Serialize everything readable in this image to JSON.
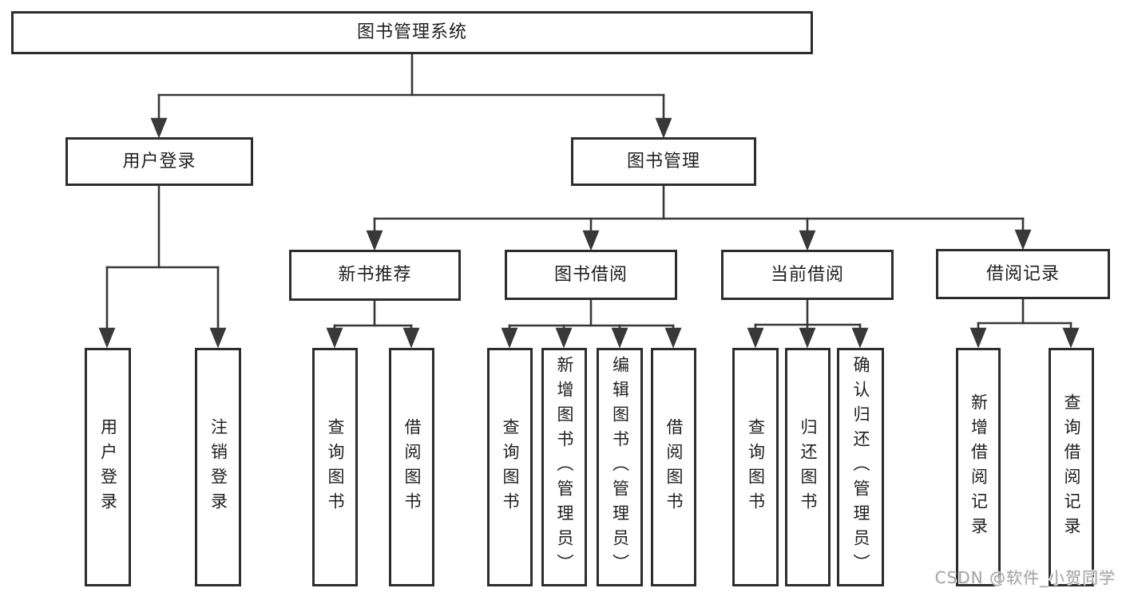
{
  "colors": {
    "line": "#383838",
    "box_border": "#2d2d2d",
    "box_background": "#ffffff",
    "text": "#1f1f1f",
    "watermark_text": "#a6a6a6"
  },
  "tree": {
    "root": {
      "label": "图书管理系统"
    },
    "branches": [
      {
        "label": "用户登录",
        "children": [
          {
            "label": "用户登录"
          },
          {
            "label": "注销登录"
          }
        ]
      },
      {
        "label": "图书管理",
        "children": [
          {
            "label": "新书推荐",
            "children": [
              {
                "label": "查询图书"
              },
              {
                "label": "借阅图书"
              }
            ]
          },
          {
            "label": "图书借阅",
            "children": [
              {
                "label": "查询图书"
              },
              {
                "label": "新增图书（管理员）"
              },
              {
                "label": "编辑图书（管理员）"
              },
              {
                "label": "借阅图书"
              }
            ]
          },
          {
            "label": "当前借阅",
            "children": [
              {
                "label": "查询图书"
              },
              {
                "label": "归还图书"
              },
              {
                "label": "确认归还（管理员）"
              }
            ]
          },
          {
            "label": "借阅记录",
            "children": [
              {
                "label": "新增借阅记录"
              },
              {
                "label": "查询借阅记录"
              }
            ]
          }
        ]
      }
    ]
  },
  "watermark": {
    "text": "CSDN @软件_小贺同学"
  }
}
